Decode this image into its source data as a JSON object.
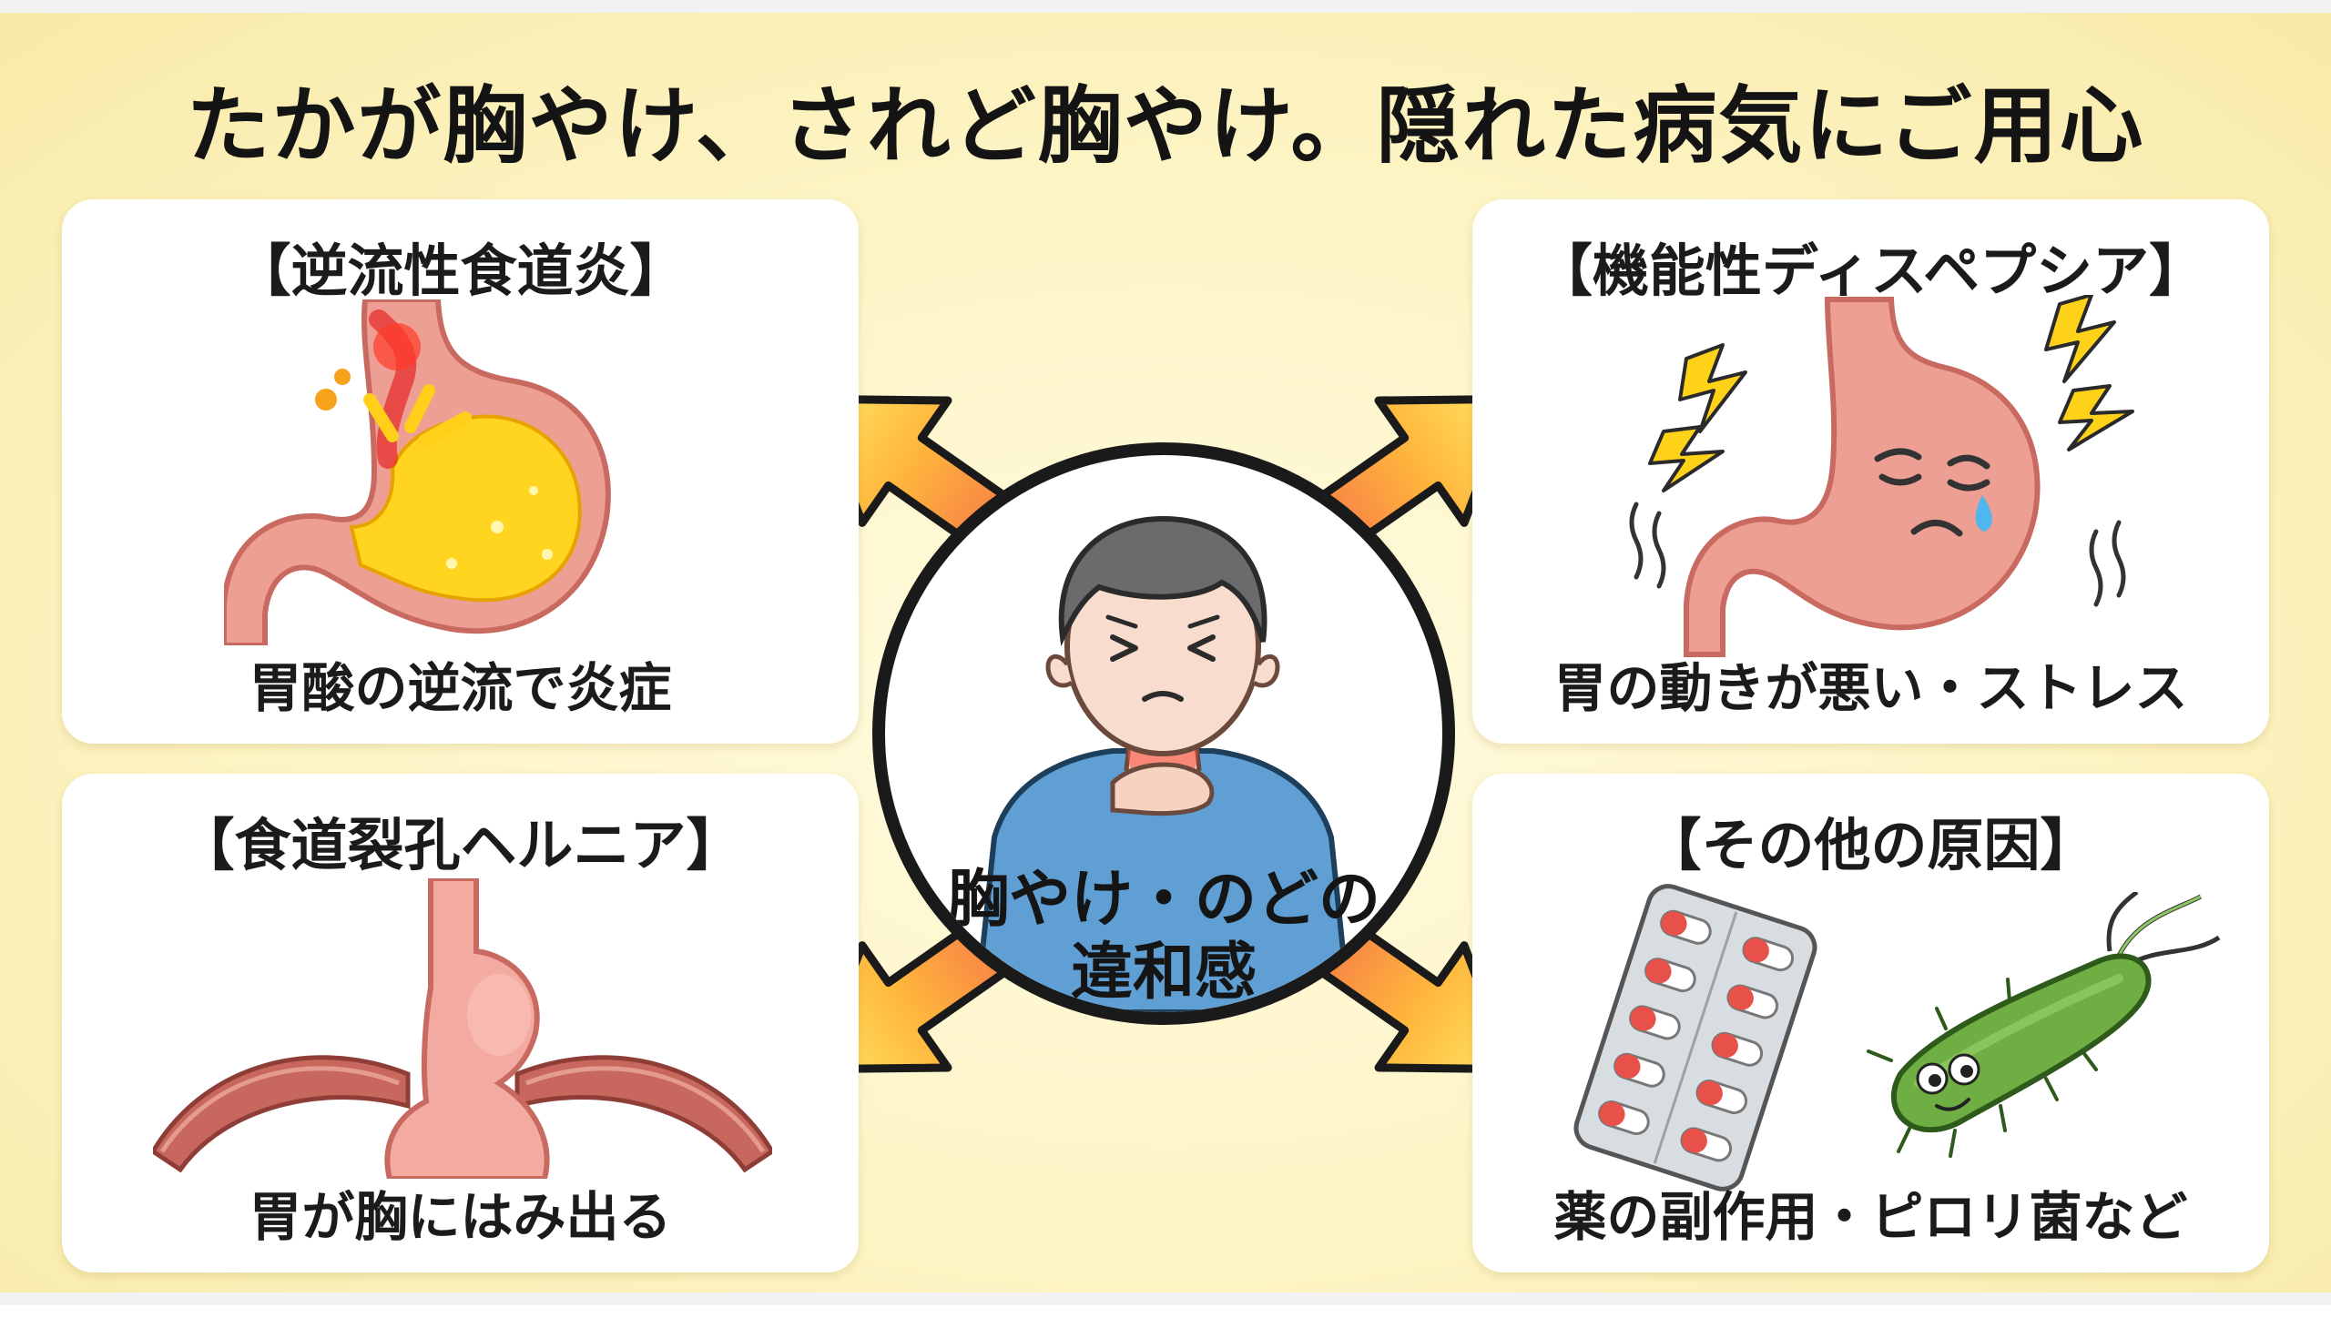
{
  "title": "たかが胸やけ、されど胸やけ。隠れた病気にご用心",
  "center": {
    "line1": "胸やけ・のどの",
    "line2": "違和感"
  },
  "panels": {
    "top_left": {
      "title": "【逆流性食道炎】",
      "caption": "胃酸の逆流で炎症"
    },
    "top_right": {
      "title": "【機能性ディスペプシア】",
      "caption": "胃の動きが悪い・ストレス"
    },
    "bottom_left": {
      "title": "【食道裂孔ヘルニア】",
      "caption": "胃が胸にはみ出る"
    },
    "bottom_right": {
      "title": "【その他の原因】",
      "caption": "薬の副作用・ピロリ菌など"
    }
  },
  "colors": {
    "background": "#fdf4c4",
    "stomach": "#f0a59a",
    "acid": "#ffd21a",
    "arrow_inner": "#f57e52",
    "arrow_outer": "#ffe05a",
    "shirt": "#5f9fd3",
    "bacteria": "#6aaa3e"
  },
  "icons": [
    "stomach-acid-reflux-icon",
    "stressed-stomach-icon",
    "hiatal-hernia-icon",
    "pill-blister-icon",
    "bacteria-icon",
    "person-heartburn-icon",
    "arrow-icon"
  ]
}
